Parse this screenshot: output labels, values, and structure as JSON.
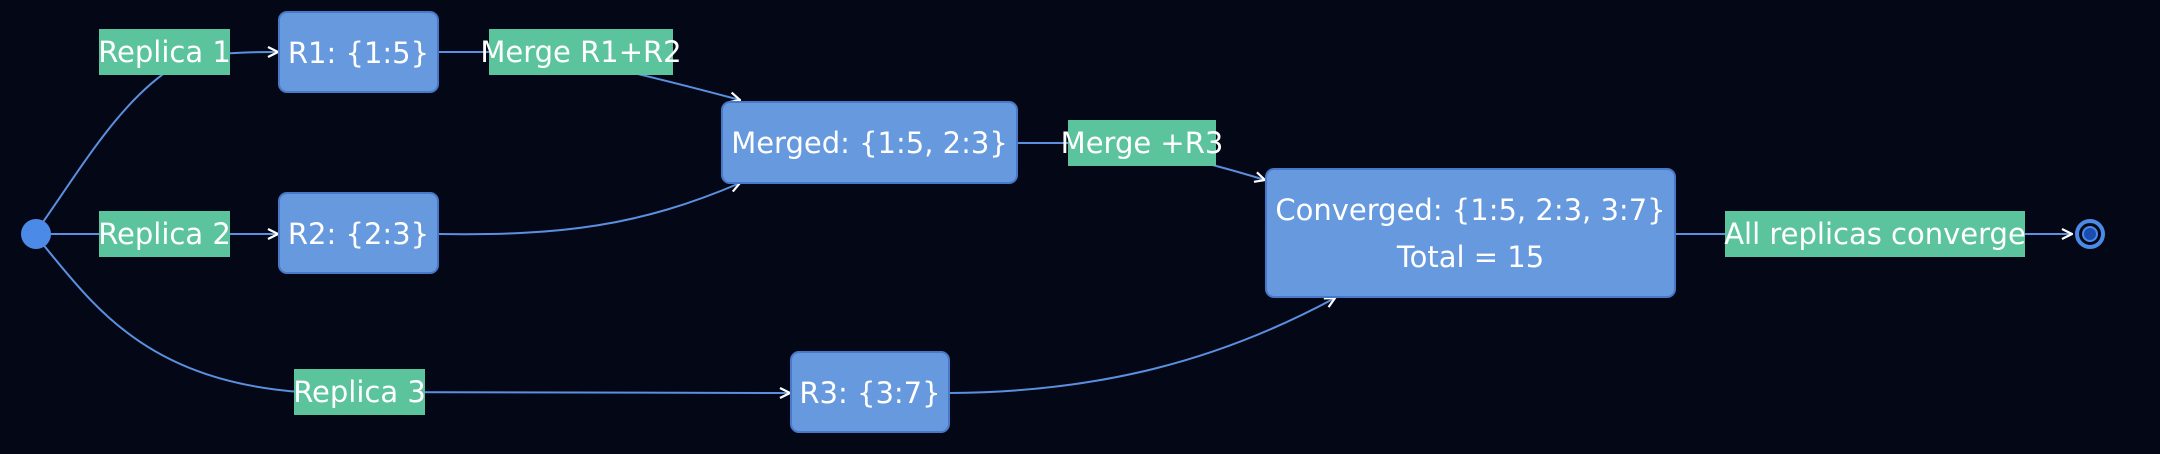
{
  "nodes": {
    "r1": "R1: {1:5}",
    "r2": "R2: {2:3}",
    "r3": "R3: {3:7}",
    "merged": "Merged: {1:5, 2:3}",
    "converged_line1": "Converged: {1:5, 2:3, 3:7}",
    "converged_line2": "Total = 15"
  },
  "edge_labels": {
    "replica1": "Replica 1",
    "replica2": "Replica 2",
    "replica3": "Replica 3",
    "merge_r1_r2": "Merge R1+R2",
    "merge_r3": "Merge +R3",
    "all_converge": "All replicas converge"
  },
  "colors": {
    "background": "#040816",
    "node_fill": "#6699dd",
    "label_fill": "#5cc49c",
    "edge": "#5b8fe0"
  }
}
